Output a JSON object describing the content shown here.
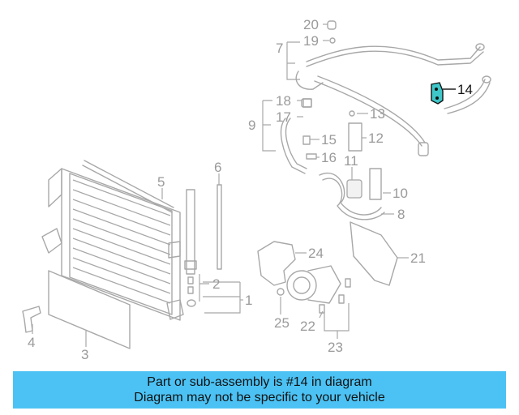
{
  "diagram": {
    "callouts": [
      "1",
      "2",
      "3",
      "4",
      "5",
      "6",
      "7",
      "8",
      "9",
      "10",
      "11",
      "12",
      "13",
      "14",
      "15",
      "16",
      "17",
      "18",
      "19",
      "20",
      "21",
      "22",
      "23",
      "24",
      "25"
    ],
    "highlighted_callout": "14",
    "colors": {
      "parts": "#a8a8a8",
      "labels": "#9a9a9a",
      "highlight": "#3ec6c9",
      "highlight_label": "#111111"
    }
  },
  "banner": {
    "line1": "Part or sub-assembly is #14 in diagram",
    "line2": "Diagram may not be specific to your vehicle",
    "color": "#4cc2f4"
  }
}
